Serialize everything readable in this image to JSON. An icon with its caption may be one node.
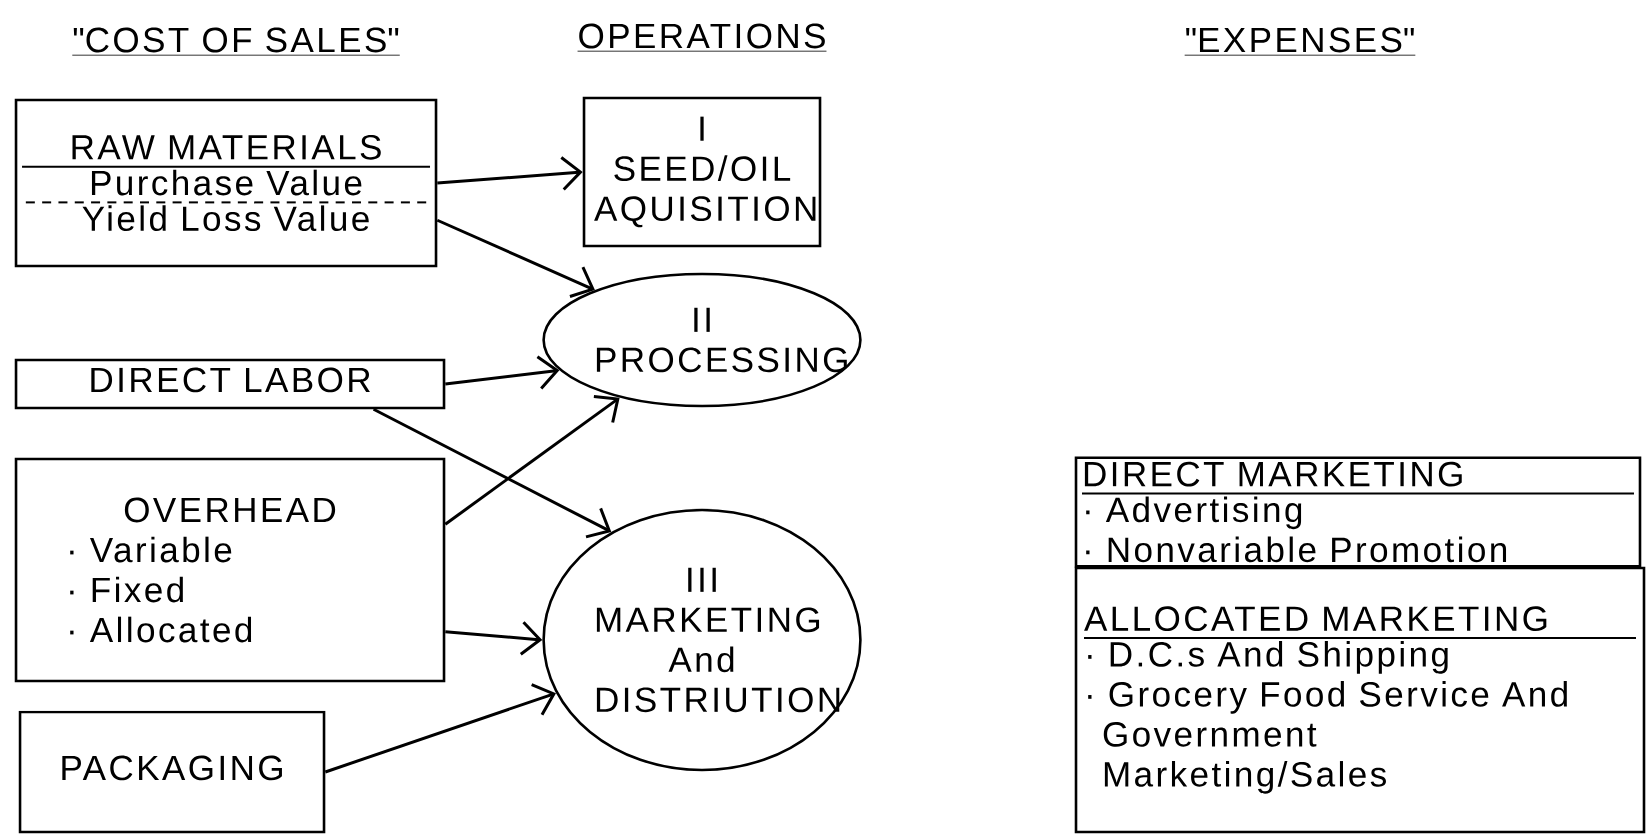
{
  "diagram": {
    "nodes": [
      {
        "text": [
          "RAW MATERIALS",
          "Purchase Value",
          "Yield Loss Value"
        ]
      },
      {
        "text": [
          "DIRECT LABOR"
        ]
      },
      {
        "text": [
          "OVERHEAD",
          "· Variable",
          "· Fixed",
          "· Allocated"
        ]
      },
      {
        "text": [
          "PACKAGING"
        ]
      },
      {
        "text": [
          "I",
          "SEED/OIL AQUISITION"
        ]
      },
      {
        "text": [
          "II",
          "PROCESSING"
        ]
      },
      {
        "text": [
          "III",
          "MARKETING And DISTRIUTION"
        ]
      },
      {
        "text": [
          "DIRECT MARKETING",
          "· Advertising",
          "· Nonvariable Promotion"
        ]
      },
      {
        "text": [
          "ALLOCATED MARKETING",
          "· D.C.s And Shipping",
          "· Grocery Food Service And Government Marketing/Sales"
        ]
      }
    ],
    "edges": [
      {
        "from": 0,
        "to": 4,
        "arrow": "to"
      },
      {
        "from": 0,
        "to": 5,
        "arrow": "to"
      },
      {
        "from": 1,
        "to": 5,
        "arrow": "to"
      },
      {
        "from": 1,
        "to": 6,
        "arrow": "to"
      },
      {
        "from": 2,
        "to": 5,
        "arrow": "to"
      },
      {
        "from": 2,
        "to": 6,
        "arrow": "to"
      },
      {
        "from": 3,
        "to": 6,
        "arrow": "to"
      }
    ],
    "labels": [
      "\"COST OF SALES\"",
      "OPERATIONS",
      "\"EXPENSES\""
    ]
  }
}
